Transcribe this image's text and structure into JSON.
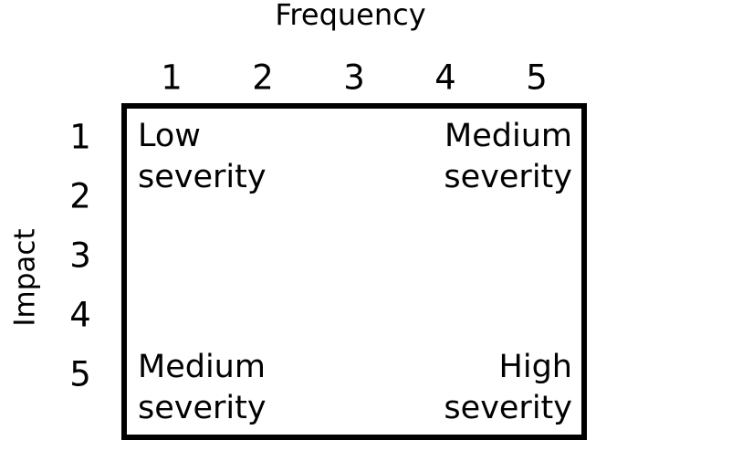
{
  "diagram": {
    "type": "risk-matrix",
    "colors": {
      "background": "#ffffff",
      "text": "#000000",
      "border": "#000000"
    },
    "x_axis": {
      "title": "Frequency",
      "ticks": [
        "1",
        "2",
        "3",
        "4",
        "5"
      ]
    },
    "y_axis": {
      "title": "Impact",
      "ticks": [
        "1",
        "2",
        "3",
        "4",
        "5"
      ]
    },
    "quadrants": {
      "top_left": {
        "lines": [
          "Low",
          "severity"
        ]
      },
      "top_right": {
        "lines": [
          "Medium",
          "severity"
        ]
      },
      "bottom_left": {
        "lines": [
          "Medium",
          "severity"
        ]
      },
      "bottom_right": {
        "lines": [
          "High",
          "severity"
        ]
      }
    }
  }
}
